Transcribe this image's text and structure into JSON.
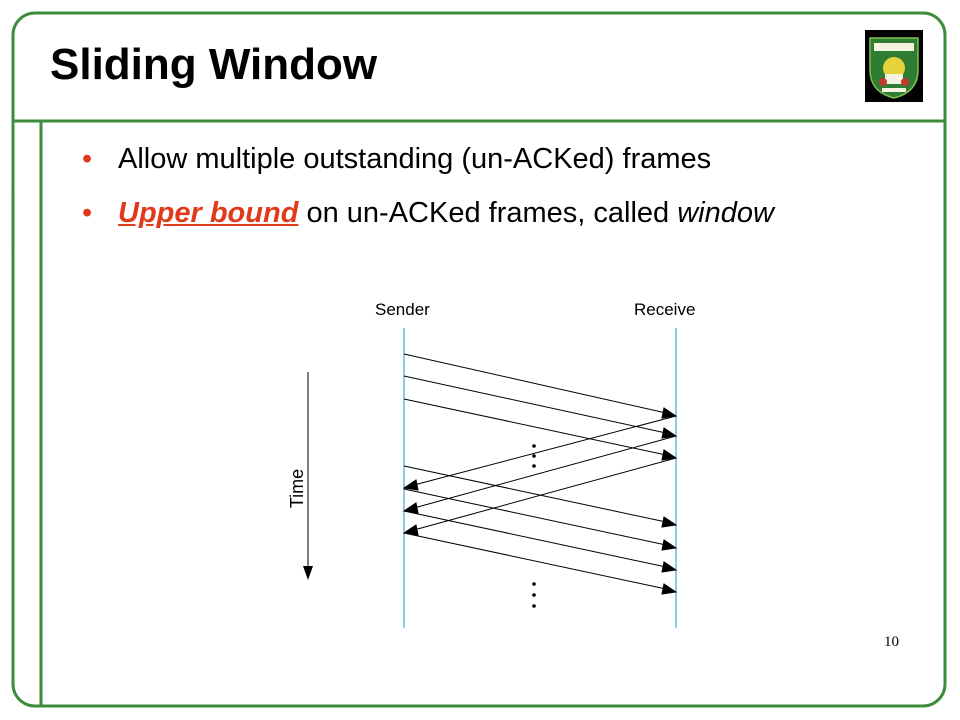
{
  "slide": {
    "title": "Sliding Window",
    "logo_icon": "university-crest-logo",
    "bullets": [
      {
        "text": "Allow multiple outstanding (un-ACKed) frames"
      },
      {
        "emphasis": "Upper bound",
        "text": " on un-ACKed frames, called ",
        "italic_tail": "window"
      }
    ],
    "page_number": "10",
    "colors": {
      "accent": "#e03a1a",
      "frame_green": "#3c8c3c",
      "timeline_blue": "#3fa9d6"
    }
  },
  "diagram": {
    "sender_label": "Sender",
    "receiver_label": "Receive",
    "time_label": "Time",
    "ellipsis": "..."
  }
}
